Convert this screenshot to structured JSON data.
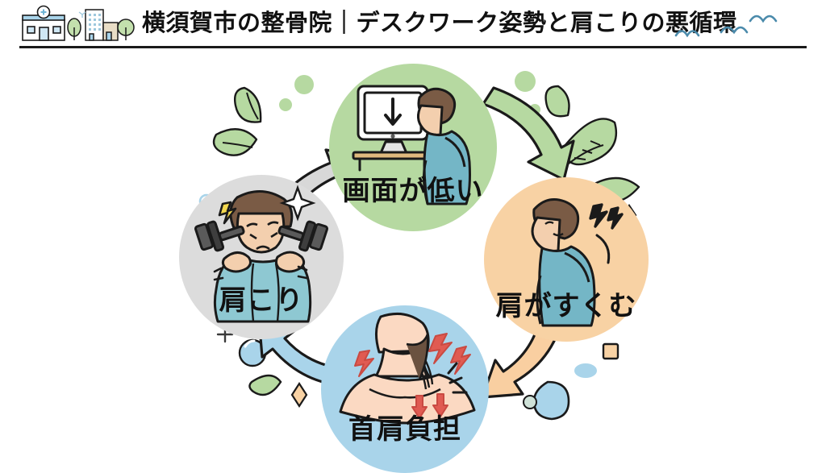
{
  "header": {
    "clinic_label": "横須賀市の整骨院",
    "separator": "｜",
    "topic_label": "デスクワーク姿勢と肩こりの悪循環",
    "full_title": "横須賀市の整骨院｜デスクワーク姿勢と肩こりの悪循環",
    "icons": [
      "clinic-building-icon",
      "tree-icon",
      "office-building-icon",
      "tree-icon",
      "wave-icon",
      "wave-icon"
    ],
    "colors": {
      "rule": "#1a1a1a",
      "title_text": "#111111",
      "wave": "#4a8aab",
      "building_accent": "#a9d4ea"
    }
  },
  "cycle": {
    "title": "デスクワーク姿勢と肩こりの悪循環",
    "direction": "clockwise",
    "nodes": [
      {
        "id": "screen-low",
        "label": "画面が低い",
        "position": "top",
        "color": "#b6d9a1",
        "icon": "monitor-down-arrow-with-hunched-person-icon"
      },
      {
        "id": "shoulders-shrug",
        "label": "肩がすくむ",
        "position": "right",
        "color": "#f8d2a4",
        "icon": "person-shrugging-shoulders-icon"
      },
      {
        "id": "neck-shoulder-load",
        "label": "首肩負担",
        "position": "bottom",
        "color": "#a9d4ea",
        "icon": "neck-shoulder-pain-anatomy-icon"
      },
      {
        "id": "stiff-shoulders",
        "label": "肩こり",
        "position": "left",
        "color": "#dcdcdc",
        "icon": "person-with-dumbbells-on-shoulders-icon"
      }
    ],
    "arrows": [
      {
        "id": "arrow-top-to-right",
        "from": "screen-low",
        "to": "shoulders-shrug",
        "color": "#b6d9a1"
      },
      {
        "id": "arrow-right-to-bottom",
        "from": "shoulders-shrug",
        "to": "neck-shoulder-load",
        "color": "#f9cfa1"
      },
      {
        "id": "arrow-bottom-to-left",
        "from": "neck-shoulder-load",
        "to": "stiff-shoulders",
        "color": "#a9d4ea"
      },
      {
        "id": "arrow-left-to-top",
        "from": "stiff-shoulders",
        "to": "screen-low",
        "color": "#d4d4d4"
      }
    ],
    "decorations": [
      {
        "name": "leaf-decoration",
        "color": "#b6d9a1"
      },
      {
        "name": "dot-decoration",
        "color": "#b6d9a1"
      },
      {
        "name": "bubble-decoration",
        "color": "#a9d4ea"
      },
      {
        "name": "diamond-sparkle",
        "color": "#f8d2a4"
      },
      {
        "name": "plus-sparkle",
        "color": "#333333"
      },
      {
        "name": "droplet-decoration",
        "color": "#a9d4ea"
      },
      {
        "name": "square-decoration",
        "color": "#f8d2a4"
      }
    ]
  }
}
